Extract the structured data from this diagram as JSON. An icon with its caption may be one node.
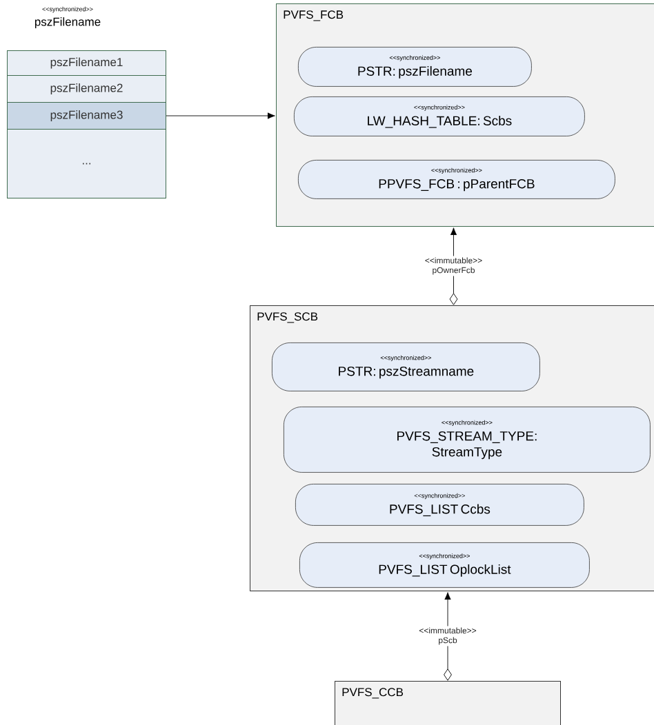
{
  "diagram": {
    "nodes": [
      {
        "text": [
          "pszFilename1"
        ]
      },
      {
        "text": [
          "pszFilename2"
        ]
      },
      {
        "text": [
          "pszFilename3"
        ]
      },
      {
        "text": [
          "..."
        ]
      },
      {
        "text": [
          "PVFS_FCB"
        ]
      },
      {
        "text": [
          "<<synchronized>>",
          "PSTR: pszFilename"
        ],
        "in": 4
      },
      {
        "text": [
          "<<synchronized>>",
          "LW_HASH_TABLE: Scbs"
        ],
        "in": 4
      },
      {
        "text": [
          "<<synchronized>>",
          "PPVFS_FCB : pParentFCB"
        ],
        "in": 4
      },
      {
        "text": [
          "PVFS_SCB"
        ]
      },
      {
        "text": [
          "<<synchronized>>",
          "PSTR: pszStreamname"
        ],
        "in": 8
      },
      {
        "text": [
          "<<synchronized>>",
          "PVFS_STREAM_TYPE: StreamType"
        ],
        "in": 8
      },
      {
        "text": [
          "<<synchronized>>",
          "PVFS_LIST Ccbs"
        ],
        "in": 8
      },
      {
        "text": [
          "<<synchronized>>",
          "PVFS_LIST OplockList"
        ],
        "in": 8
      },
      {
        "text": [
          "PVFS_CCB"
        ]
      }
    ],
    "edges": [
      {
        "from": 2,
        "to": 4,
        "arrow": "to"
      },
      {
        "from": 8,
        "to": 4,
        "arrow": "to",
        "label": "<<immutable>> pOwnerFcb"
      },
      {
        "from": 13,
        "to": 8,
        "arrow": "to",
        "label": "<<immutable>> pScb"
      }
    ],
    "labels": [
      "<<synchronized>>",
      "pszFilename"
    ]
  }
}
